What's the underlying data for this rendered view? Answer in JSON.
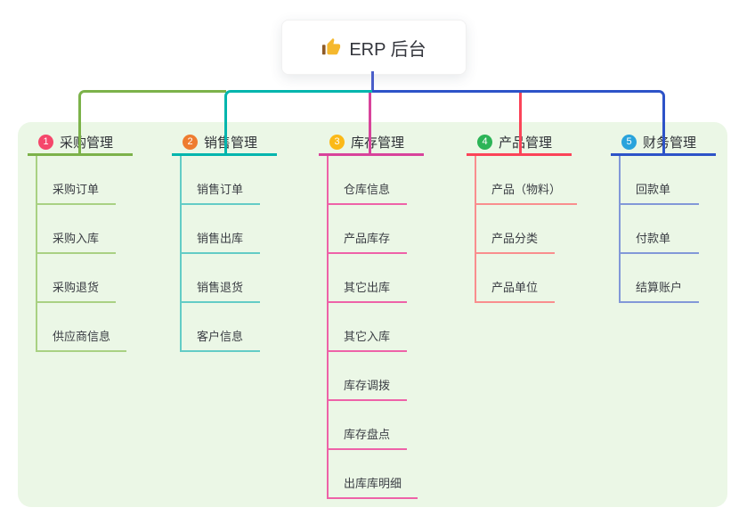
{
  "root": {
    "label": "ERP 后台",
    "icon": "thumbs-up-icon"
  },
  "connector": {
    "root_line_color": "#4a5ec9"
  },
  "panel": {
    "background": "#ebf7e6"
  },
  "branches": [
    {
      "index": "1",
      "label": "采购管理",
      "badge_color": "#f5476b",
      "line_color": "#7cb24a",
      "child_line_color": "#a9d183",
      "children": [
        "采购订单",
        "采购入库",
        "采购退货",
        "供应商信息"
      ]
    },
    {
      "index": "2",
      "label": "销售管理",
      "badge_color": "#ee7c30",
      "line_color": "#00b5ad",
      "child_line_color": "#63ccc6",
      "children": [
        "销售订单",
        "销售出库",
        "销售退货",
        "客户信息"
      ]
    },
    {
      "index": "3",
      "label": "库存管理",
      "badge_color": "#fbb917",
      "line_color": "#d8439b",
      "child_line_color": "#ee62a8",
      "children": [
        "仓库信息",
        "产品库存",
        "其它出库",
        "其它入库",
        "库存调拨",
        "库存盘点",
        "出库库明细"
      ]
    },
    {
      "index": "4",
      "label": "产品管理",
      "badge_color": "#2cb457",
      "line_color": "#fb4458",
      "child_line_color": "#f98e8e",
      "children": [
        "产品（物料）",
        "产品分类",
        "产品单位"
      ]
    },
    {
      "index": "5",
      "label": "财务管理",
      "badge_color": "#29a3dc",
      "line_color": "#2d53c8",
      "child_line_color": "#8298d8",
      "children": [
        "回款单",
        "付款单",
        "结算账户"
      ]
    }
  ]
}
